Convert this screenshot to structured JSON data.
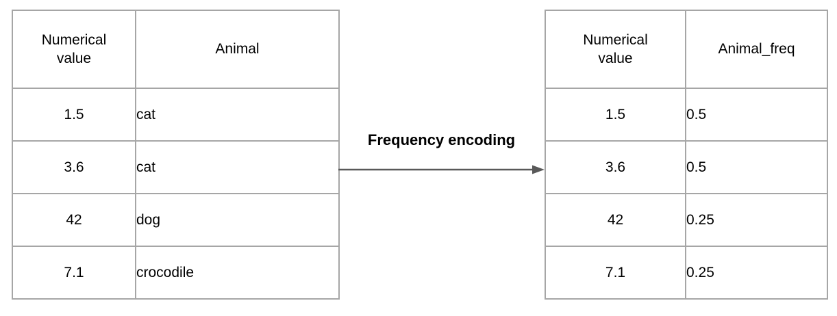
{
  "figure": {
    "arrow_label": "Frequency encoding"
  },
  "left_table": {
    "headers": {
      "col1": "Numerical value",
      "col2": "Animal"
    },
    "rows": [
      {
        "value": "1.5",
        "animal": "cat"
      },
      {
        "value": "3.6",
        "animal": "cat"
      },
      {
        "value": "42",
        "animal": "dog"
      },
      {
        "value": "7.1",
        "animal": "crocodile"
      }
    ]
  },
  "right_table": {
    "headers": {
      "col1": "Numerical value",
      "col2": "Animal_freq"
    },
    "rows": [
      {
        "value": "1.5",
        "freq": "0.5"
      },
      {
        "value": "3.6",
        "freq": "0.5"
      },
      {
        "value": "42",
        "freq": "0.25"
      },
      {
        "value": "7.1",
        "freq": "0.25"
      }
    ]
  },
  "colors": {
    "table_border": "#a6a6a6",
    "arrow": "#595959",
    "text": "#000000",
    "background": "#ffffff"
  }
}
